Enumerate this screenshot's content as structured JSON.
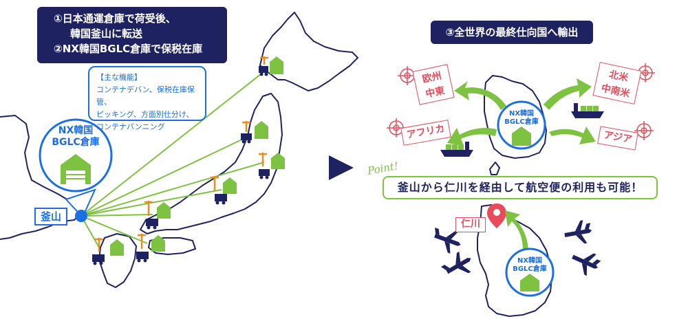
{
  "left": {
    "header_lines": [
      "①日本通運倉庫で荷受後、",
      "韓国釜山に転送",
      "②NX韓国BGLC倉庫で保税在庫"
    ],
    "functions_title": "【主な機能】",
    "functions_lines": [
      "コンテナデバン、保税在庫保管、",
      "ピッキング、方面別仕分け、",
      "コンテナバンニング"
    ],
    "warehouse_lines": [
      "NX韓国",
      "BGLC倉庫"
    ],
    "busan_label": "釜山"
  },
  "right": {
    "header": "③全世界の最終仕向国へ輸出",
    "center_warehouse_lines": [
      "NX韓国",
      "BGLC倉庫"
    ],
    "destinations": {
      "europe": [
        "欧州",
        "中東"
      ],
      "africa": [
        "アフリカ"
      ],
      "americas": [
        "北米",
        "中南米"
      ],
      "asia": [
        "アジア"
      ]
    },
    "point_label": "Point!",
    "point_message": "釜山から仁川を経由して航空便の利用も可能！",
    "incheon_label": "仁川",
    "bottom_warehouse_lines": [
      "NX韓国",
      "BGLC倉庫"
    ]
  },
  "colors": {
    "navy": "#1f2260",
    "blue": "#1b6fe0",
    "green": "#7ec242",
    "red": "#e94b5a",
    "orange": "#f08a1c"
  }
}
